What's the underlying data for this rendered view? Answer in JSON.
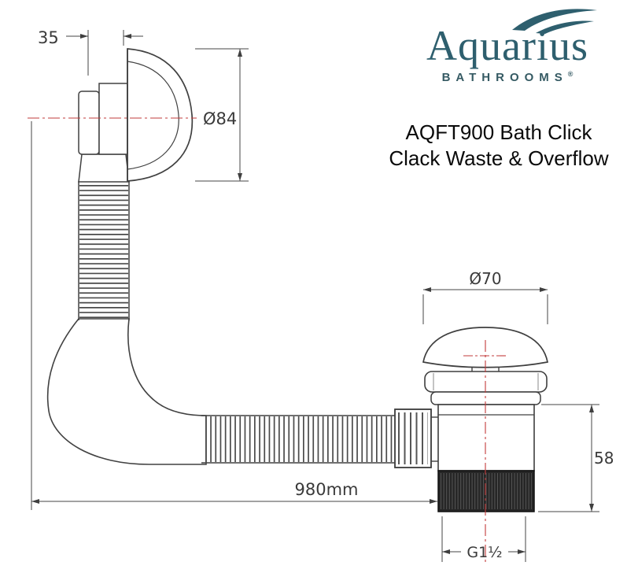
{
  "brand": {
    "name": "Aquarius",
    "sub": "BATHROOMS",
    "registered": "®"
  },
  "title": {
    "line1": "AQFT900 Bath Click",
    "line2": "Clack Waste & Overflow"
  },
  "dimensions": {
    "overflow_depth": "35",
    "overflow_diameter": "Ø84",
    "waste_cap_diameter": "Ø70",
    "waste_height": "58",
    "hose_length": "980mm",
    "thread_size": "G1½"
  },
  "colors": {
    "brand_teal": "#2e5f6e",
    "centerline_red": "#c23b3b",
    "line_color": "#3f3f3f",
    "thread_dark": "#262626"
  }
}
